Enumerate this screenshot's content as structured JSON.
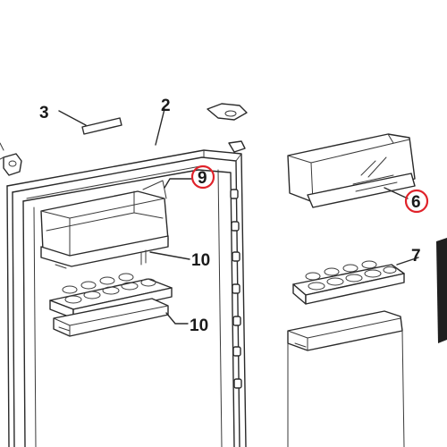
{
  "callouts": [
    {
      "id": "c3",
      "label": "3",
      "highlighted": false
    },
    {
      "id": "c2",
      "label": "2",
      "highlighted": false
    },
    {
      "id": "c9",
      "label": "9",
      "highlighted": true
    },
    {
      "id": "c6",
      "label": "6",
      "highlighted": true
    },
    {
      "id": "c7",
      "label": "7",
      "highlighted": false
    },
    {
      "id": "c10a",
      "label": "10",
      "highlighted": false
    },
    {
      "id": "c10b",
      "label": "10",
      "highlighted": false
    }
  ],
  "highlight_color": "#e0222a",
  "line_color": "#2a2a2a"
}
